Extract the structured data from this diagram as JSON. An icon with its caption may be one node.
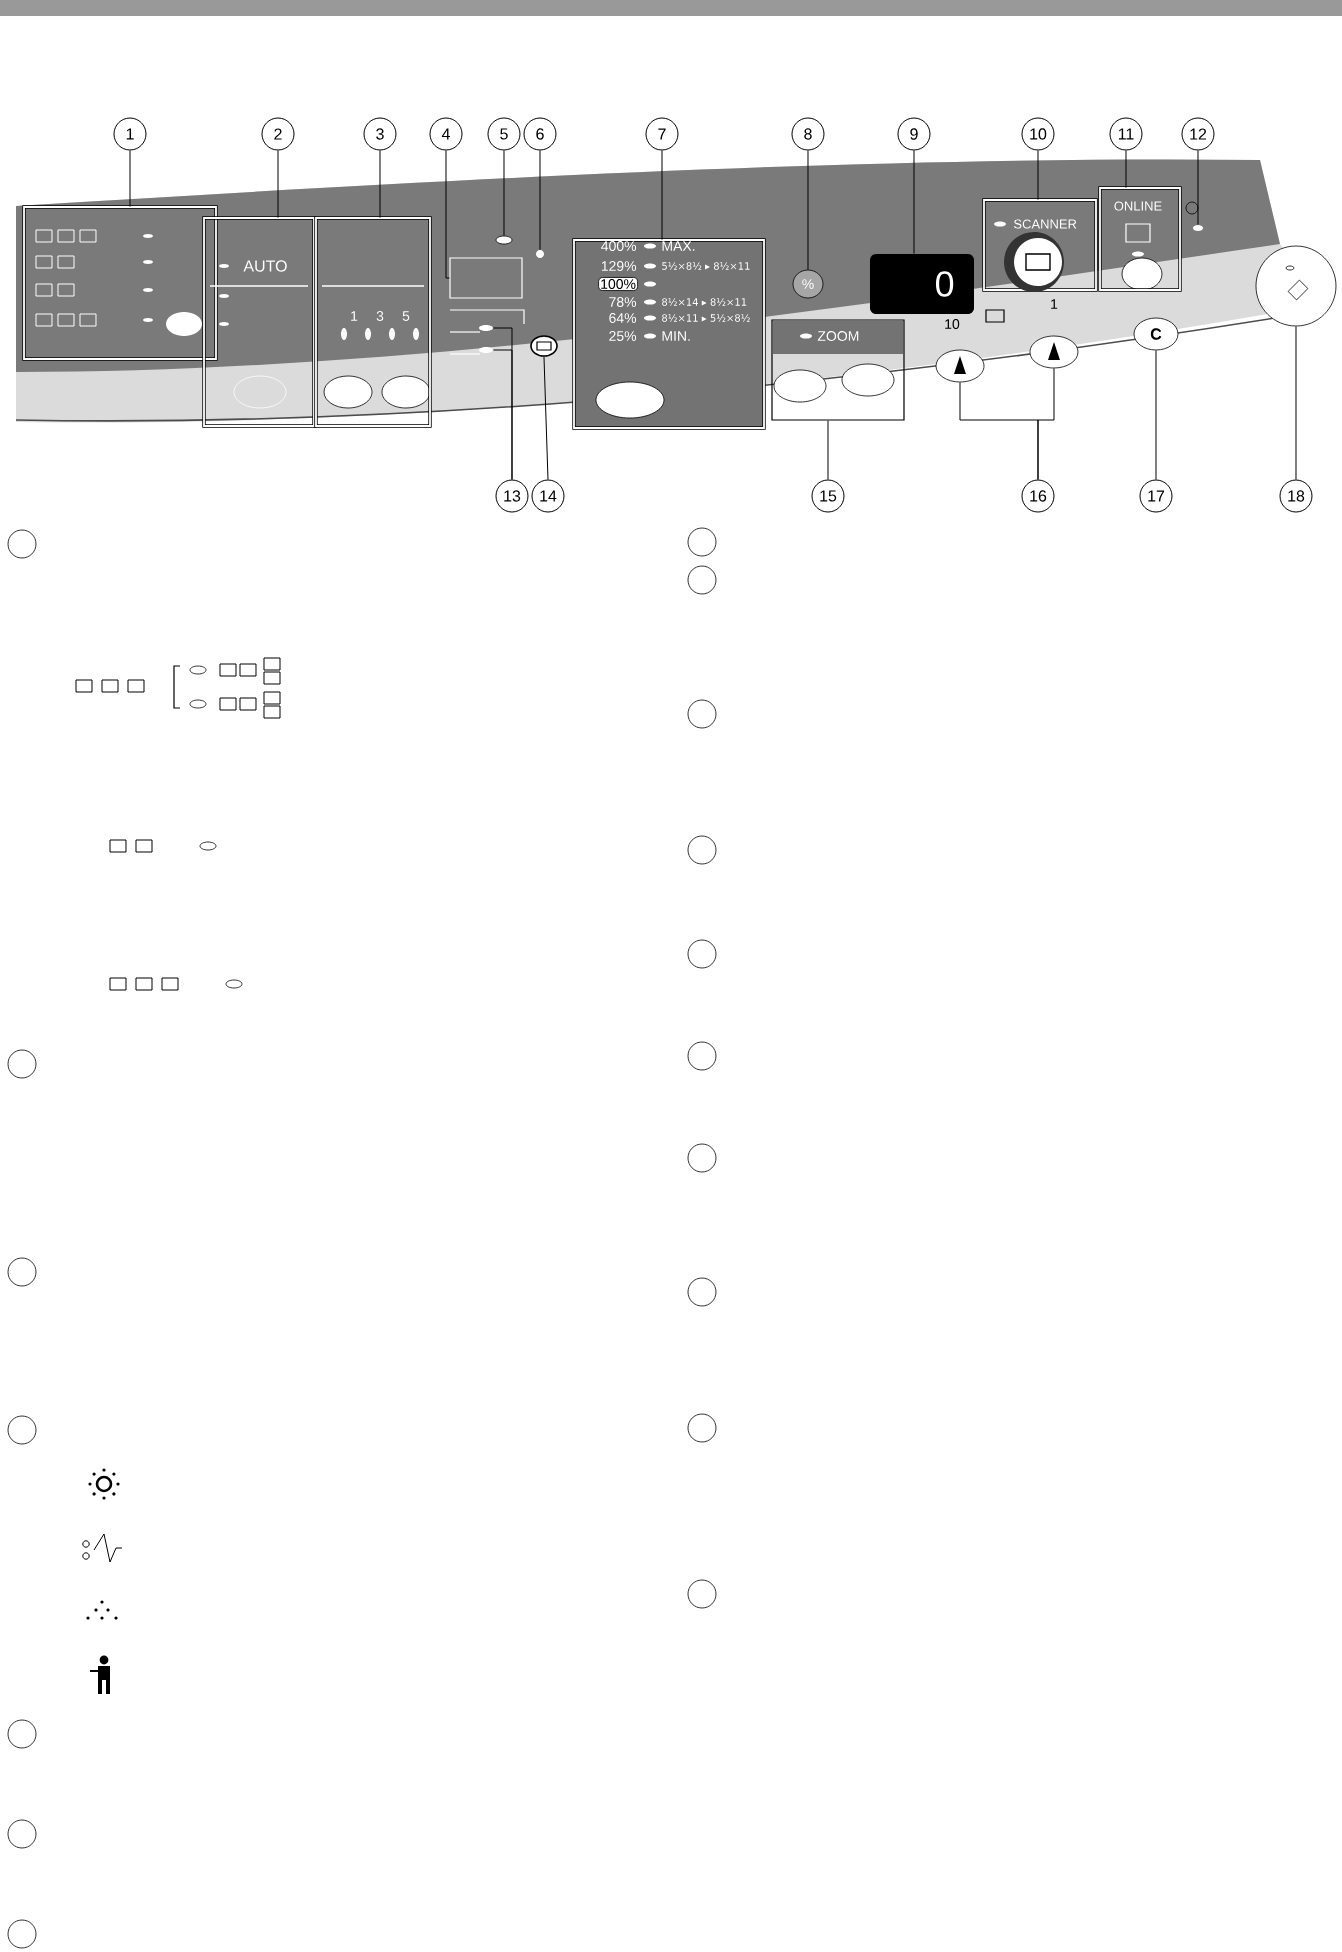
{
  "diagram": {
    "nodes": [
      {
        "text": [
          "1"
        ]
      },
      {
        "text": [
          "2"
        ]
      },
      {
        "text": [
          "3"
        ]
      },
      {
        "text": [
          "4"
        ]
      },
      {
        "text": [
          "5"
        ]
      },
      {
        "text": [
          "6"
        ]
      },
      {
        "text": [
          "7"
        ]
      },
      {
        "text": [
          "8"
        ]
      },
      {
        "text": [
          "9"
        ]
      },
      {
        "text": [
          "10"
        ]
      },
      {
        "text": [
          "11"
        ]
      },
      {
        "text": [
          "12"
        ]
      },
      {
        "text": [
          "13"
        ]
      },
      {
        "text": [
          "14"
        ]
      },
      {
        "text": [
          "15"
        ]
      },
      {
        "text": [
          "16"
        ]
      },
      {
        "text": [
          "17"
        ]
      },
      {
        "text": [
          "18"
        ]
      },
      {
        "text": [],
        "shape": "box"
      },
      {
        "text": [
          "AUTO"
        ]
      },
      {
        "text": [
          "1",
          "3",
          "5"
        ]
      },
      {
        "text": [],
        "shape": "box"
      },
      {
        "text": [],
        "shape": "circle"
      },
      {
        "text": [],
        "shape": "circle"
      },
      {
        "text": [
          "400%",
          "MAX.",
          "129%",
          "5½×8½ ▸ 8½×11",
          "100%",
          "78%",
          "8½×14 ▸ 8½×11",
          "64%",
          "8½×11 ▸ 5½×8½",
          "25%",
          "MIN."
        ]
      },
      {
        "text": [
          "%"
        ]
      },
      {
        "text": [
          "0"
        ]
      },
      {
        "text": [
          "SCANNER"
        ]
      },
      {
        "text": [
          "ONLINE"
        ]
      },
      {
        "text": [],
        "shape": "circle"
      },
      {
        "text": [],
        "shape": "circle"
      },
      {
        "text": [],
        "shape": "circle"
      },
      {
        "text": [],
        "shape": "circle"
      },
      {
        "text": [
          "ZOOM"
        ]
      },
      {
        "text": [],
        "shape": "circle"
      },
      {
        "text": [],
        "shape": "circle"
      },
      {
        "text": [
          "C"
        ]
      },
      {
        "text": [],
        "shape": "circle"
      },
      {
        "text": [],
        "shape": "circle"
      },
      {
        "text": [],
        "shape": "circle"
      },
      {
        "text": [],
        "shape": "circle"
      },
      {
        "text": [],
        "shape": "circle"
      },
      {
        "text": [],
        "shape": "circle"
      },
      {
        "text": [],
        "shape": "circle"
      },
      {
        "text": [],
        "shape": "circle"
      },
      {
        "text": [],
        "shape": "circle"
      },
      {
        "text": [],
        "shape": "circle"
      },
      {
        "text": [],
        "shape": "circle"
      },
      {
        "text": [],
        "shape": "circle"
      },
      {
        "text": [],
        "shape": "circle"
      },
      {
        "text": [],
        "shape": "circle"
      },
      {
        "text": [],
        "shape": "circle"
      },
      {
        "text": [],
        "shape": "circle"
      },
      {
        "text": [],
        "shape": "circle"
      },
      {
        "text": [],
        "shape": "circle"
      }
    ],
    "edges": [
      {
        "from": 0,
        "to": 18,
        "arrow": "none"
      },
      {
        "from": 1,
        "to": 19,
        "arrow": "none"
      },
      {
        "from": 2,
        "to": 20,
        "arrow": "none"
      },
      {
        "from": 3,
        "to": 21,
        "arrow": "none"
      },
      {
        "from": 4,
        "to": 22,
        "arrow": "none"
      },
      {
        "from": 5,
        "to": 23,
        "arrow": "none"
      },
      {
        "from": 6,
        "to": 24,
        "arrow": "none"
      },
      {
        "from": 7,
        "to": 25,
        "arrow": "none"
      },
      {
        "from": 8,
        "to": 26,
        "arrow": "none"
      },
      {
        "from": 9,
        "to": 27,
        "arrow": "none"
      },
      {
        "from": 10,
        "to": 28,
        "arrow": "none"
      },
      {
        "from": 11,
        "to": 29,
        "arrow": "none"
      },
      {
        "from": 12,
        "to": 30,
        "arrow": "none"
      },
      {
        "from": 12,
        "to": 31,
        "arrow": "none"
      },
      {
        "from": 13,
        "to": 32,
        "arrow": "none"
      },
      {
        "from": 14,
        "to": 33,
        "arrow": "none"
      },
      {
        "from": 15,
        "to": 34,
        "arrow": "none"
      },
      {
        "from": 15,
        "to": 35,
        "arrow": "none"
      },
      {
        "from": 16,
        "to": 36,
        "arrow": "none"
      },
      {
        "from": 17,
        "to": 37,
        "arrow": "none"
      }
    ],
    "labels": [
      "10",
      "1"
    ]
  }
}
